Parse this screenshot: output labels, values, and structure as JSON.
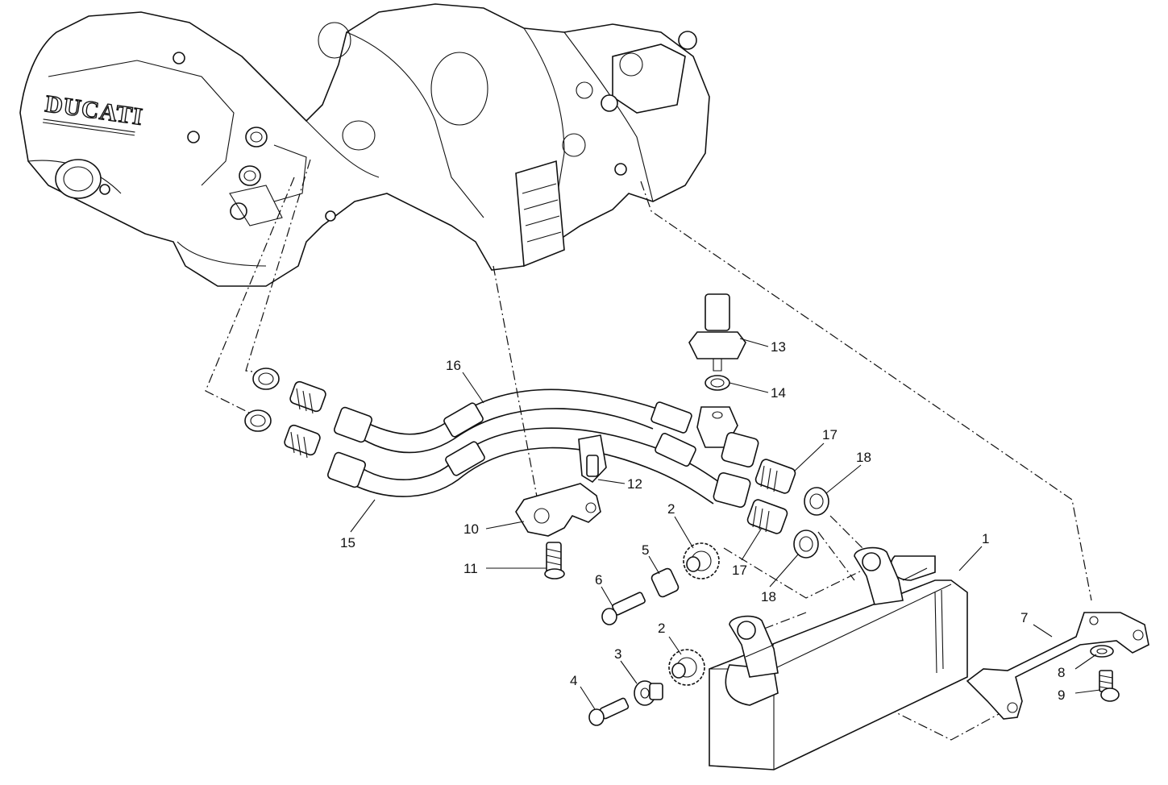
{
  "engine": {
    "brand_text": "DUCATI"
  },
  "callouts": [
    {
      "id": "c1",
      "text": "1"
    },
    {
      "id": "c2a",
      "text": "2"
    },
    {
      "id": "c2b",
      "text": "2"
    },
    {
      "id": "c3",
      "text": "3"
    },
    {
      "id": "c4",
      "text": "4"
    },
    {
      "id": "c5",
      "text": "5"
    },
    {
      "id": "c6",
      "text": "6"
    },
    {
      "id": "c7",
      "text": "7"
    },
    {
      "id": "c8",
      "text": "8"
    },
    {
      "id": "c9",
      "text": "9"
    },
    {
      "id": "c10",
      "text": "10"
    },
    {
      "id": "c11",
      "text": "11"
    },
    {
      "id": "c12",
      "text": "12"
    },
    {
      "id": "c13",
      "text": "13"
    },
    {
      "id": "c14",
      "text": "14"
    },
    {
      "id": "c15",
      "text": "15"
    },
    {
      "id": "c16",
      "text": "16"
    },
    {
      "id": "c17a",
      "text": "17"
    },
    {
      "id": "c17b",
      "text": "17"
    },
    {
      "id": "c18a",
      "text": "18"
    },
    {
      "id": "c18b",
      "text": "18"
    }
  ]
}
